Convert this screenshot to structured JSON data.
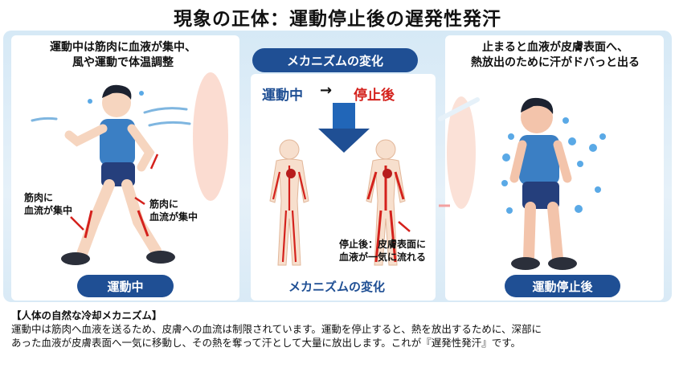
{
  "title": "現象の正体：運動停止後の遅発性発汗",
  "left_panel": {
    "caption_line1": "運動中は筋肉に血液が集中、",
    "caption_line2": "風や運動で体温調整",
    "label_a_line1": "筋肉に",
    "label_a_line2": "血流が集中",
    "label_b_line1": "筋肉に",
    "label_b_line2": "血流が集中",
    "badge": "運動中"
  },
  "middle_panel": {
    "header": "メカニズムの変化",
    "phase_during": "運動中",
    "phase_after": "停止後",
    "note_line1": "停止後：皮膚表面に",
    "note_line2": "血液が一気に流れる",
    "footer": "メカニズムの変化"
  },
  "right_panel": {
    "caption_line1": "止まると血液が皮膚表面へ、",
    "caption_line2": "熱放出のために汗がドバっと出る",
    "badge": "運動停止後"
  },
  "explanation": {
    "heading": "【人体の自然な冷却メカニズム】",
    "line1": "運動中は筋肉へ血液を送るため、皮膚への血流は制限されています。運動を停止すると、熱を放出するために、深部に",
    "line2": "あった血液が皮膚表面へ一気に移動し、その熱を奪って汗として大量に放出します。これが『遅発性発汗』です。"
  },
  "colors": {
    "navy": "#1f4f94",
    "red": "#d4211c",
    "skin": "#f6d5bf",
    "shirt": "#3b7fc4",
    "sweat": "#5aa9e6"
  }
}
